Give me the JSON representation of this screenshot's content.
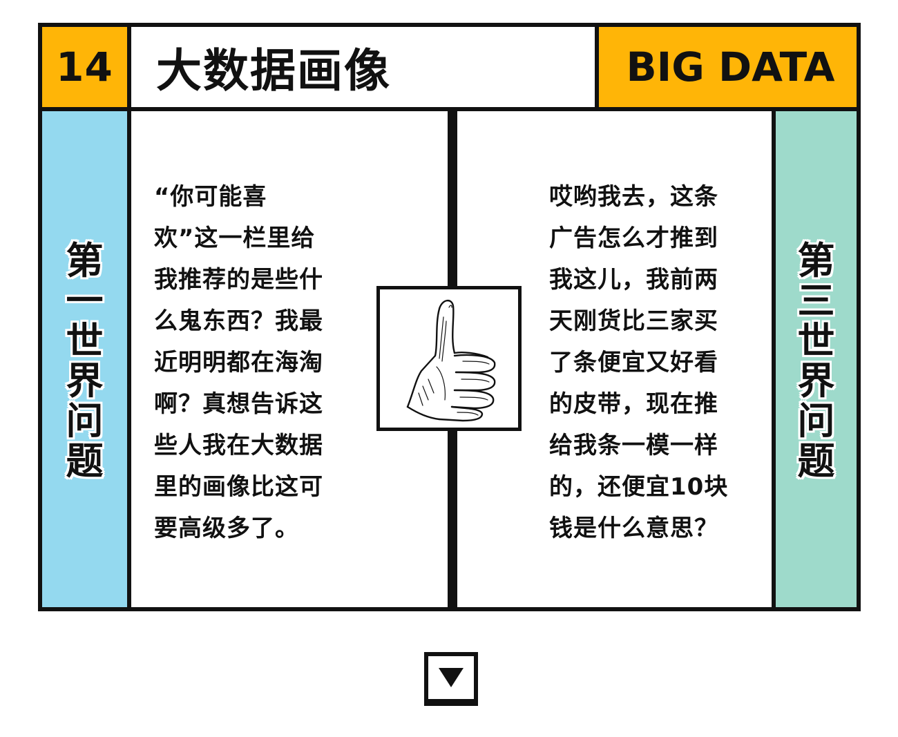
{
  "colors": {
    "accent": "#FFB507",
    "left_panel": "#94D9EF",
    "right_panel": "#9EDACB",
    "border": "#111111"
  },
  "header": {
    "number": "14",
    "title": "大数据画像",
    "english_title": "BIG DATA"
  },
  "left_panel": {
    "label_chars": [
      "第",
      "一",
      "世",
      "界",
      "问",
      "题"
    ],
    "lines": [
      "“你可能喜",
      "欢”这一栏里给",
      "我推荐的是些什",
      "么鬼东西？我最",
      "近明明都在海淘",
      "啊？真想告诉这",
      "些人我在大数据",
      "里的画像比这可",
      "要高级多了。"
    ]
  },
  "right_panel": {
    "label_chars": [
      "第",
      "三",
      "世",
      "界",
      "问",
      "题"
    ],
    "lines": [
      "哎哟我去，这条",
      "广告怎么才推到",
      "我这儿，我前两",
      "天刚货比三家买",
      "了条便宜又好看",
      "的皮带，现在推",
      "给我条一模一样",
      "的，还便宜10块",
      "钱是什么意思？"
    ]
  },
  "center_icon": "thumbs-up-icon",
  "footer": {
    "next_icon": "triangle-down-icon"
  }
}
